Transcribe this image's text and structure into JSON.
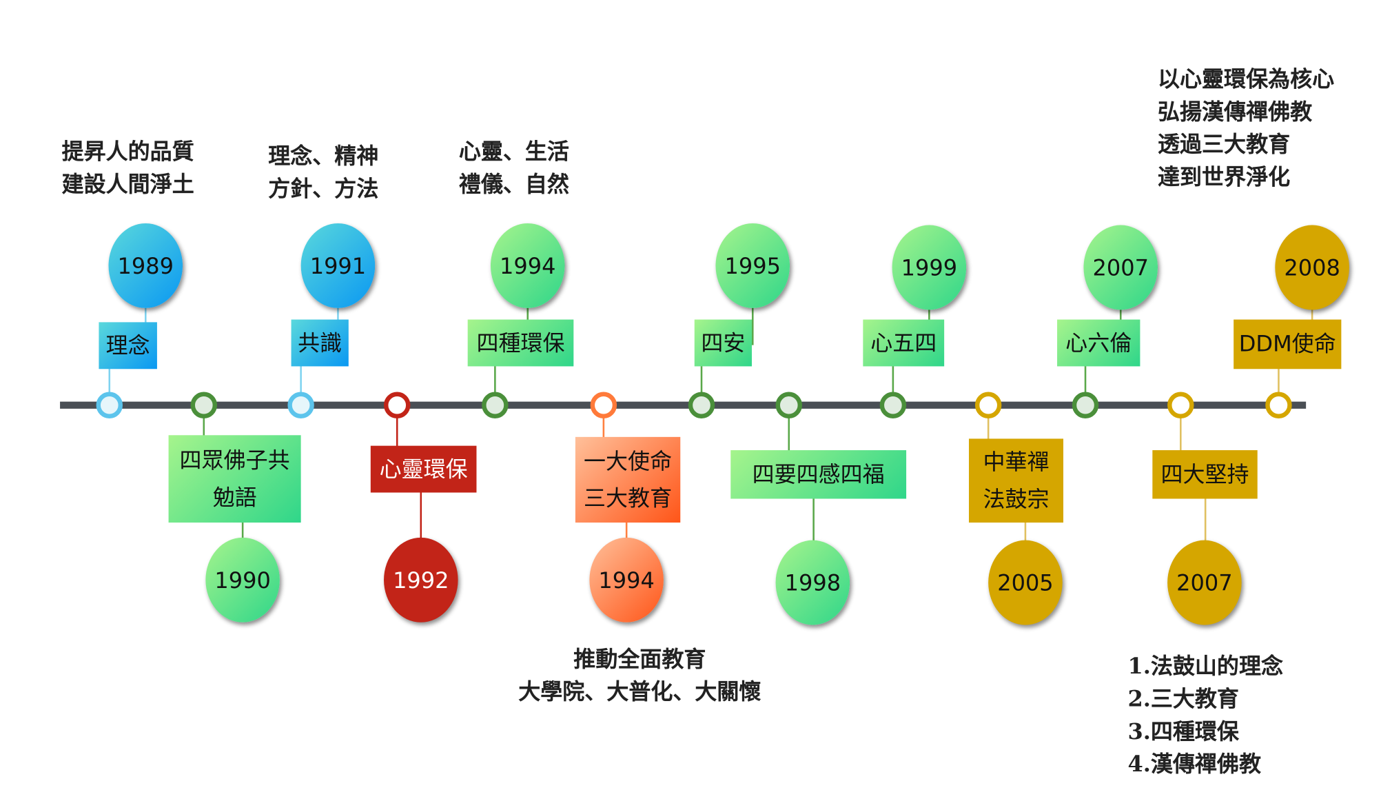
{
  "notes": {
    "n1989": [
      "提昇人的品質",
      "建設人間淨土"
    ],
    "n1991": [
      "理念、精神",
      "方針、方法"
    ],
    "n1994": [
      "心靈、生活",
      "禮儀、自然"
    ],
    "n2008": [
      "以心靈環保為核心",
      "弘揚漢傳禪佛教",
      "透過三大教育",
      "達到世界淨化"
    ],
    "n1994b": [
      "推動全面教育",
      "大學院、大普化、大關懷"
    ],
    "n2007b": [
      "1.法鼓山的理念",
      "2.三大教育",
      "3.四種環保",
      "4.漢傳禪佛教"
    ]
  },
  "top_events": [
    {
      "year": "1989",
      "label": "理念"
    },
    {
      "year": "1991",
      "label": "共識"
    },
    {
      "year": "1994",
      "label": "四種環保"
    },
    {
      "year": "1995",
      "label": "四安"
    },
    {
      "year": "1999",
      "label": "心五四"
    },
    {
      "year": "2007",
      "label": "心六倫"
    },
    {
      "year": "2008",
      "label": "DDM使命"
    }
  ],
  "bottom_events": [
    {
      "year": "1990",
      "label": [
        "四眾佛子共",
        "勉語"
      ]
    },
    {
      "year": "1992",
      "label": [
        "心靈環保"
      ]
    },
    {
      "year": "1994",
      "label": [
        "一大使命",
        "三大教育"
      ]
    },
    {
      "year": "1998",
      "label": [
        "四要四感四福"
      ]
    },
    {
      "year": "2005",
      "label": [
        "中華禪",
        "法鼓宗"
      ]
    },
    {
      "year": "2007",
      "label": [
        "四大堅持"
      ]
    }
  ],
  "colors": {
    "blue": "#0a98f2",
    "green": "#2fd68a",
    "red": "#c22418",
    "orange": "#ff5518",
    "gold": "#d5a600",
    "line": "#4a4f55"
  }
}
